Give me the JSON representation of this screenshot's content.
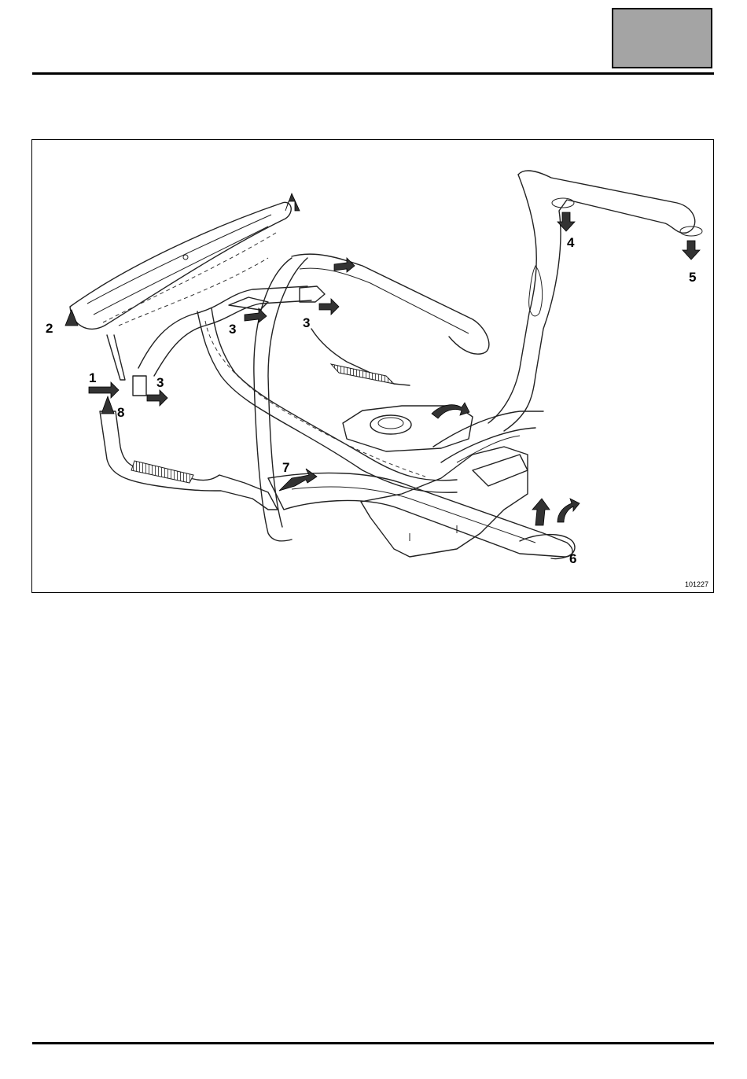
{
  "figure": {
    "reference_number": "101227",
    "callouts": [
      "1",
      "2",
      "3",
      "3",
      "3",
      "4",
      "5",
      "6",
      "7",
      "8"
    ]
  }
}
